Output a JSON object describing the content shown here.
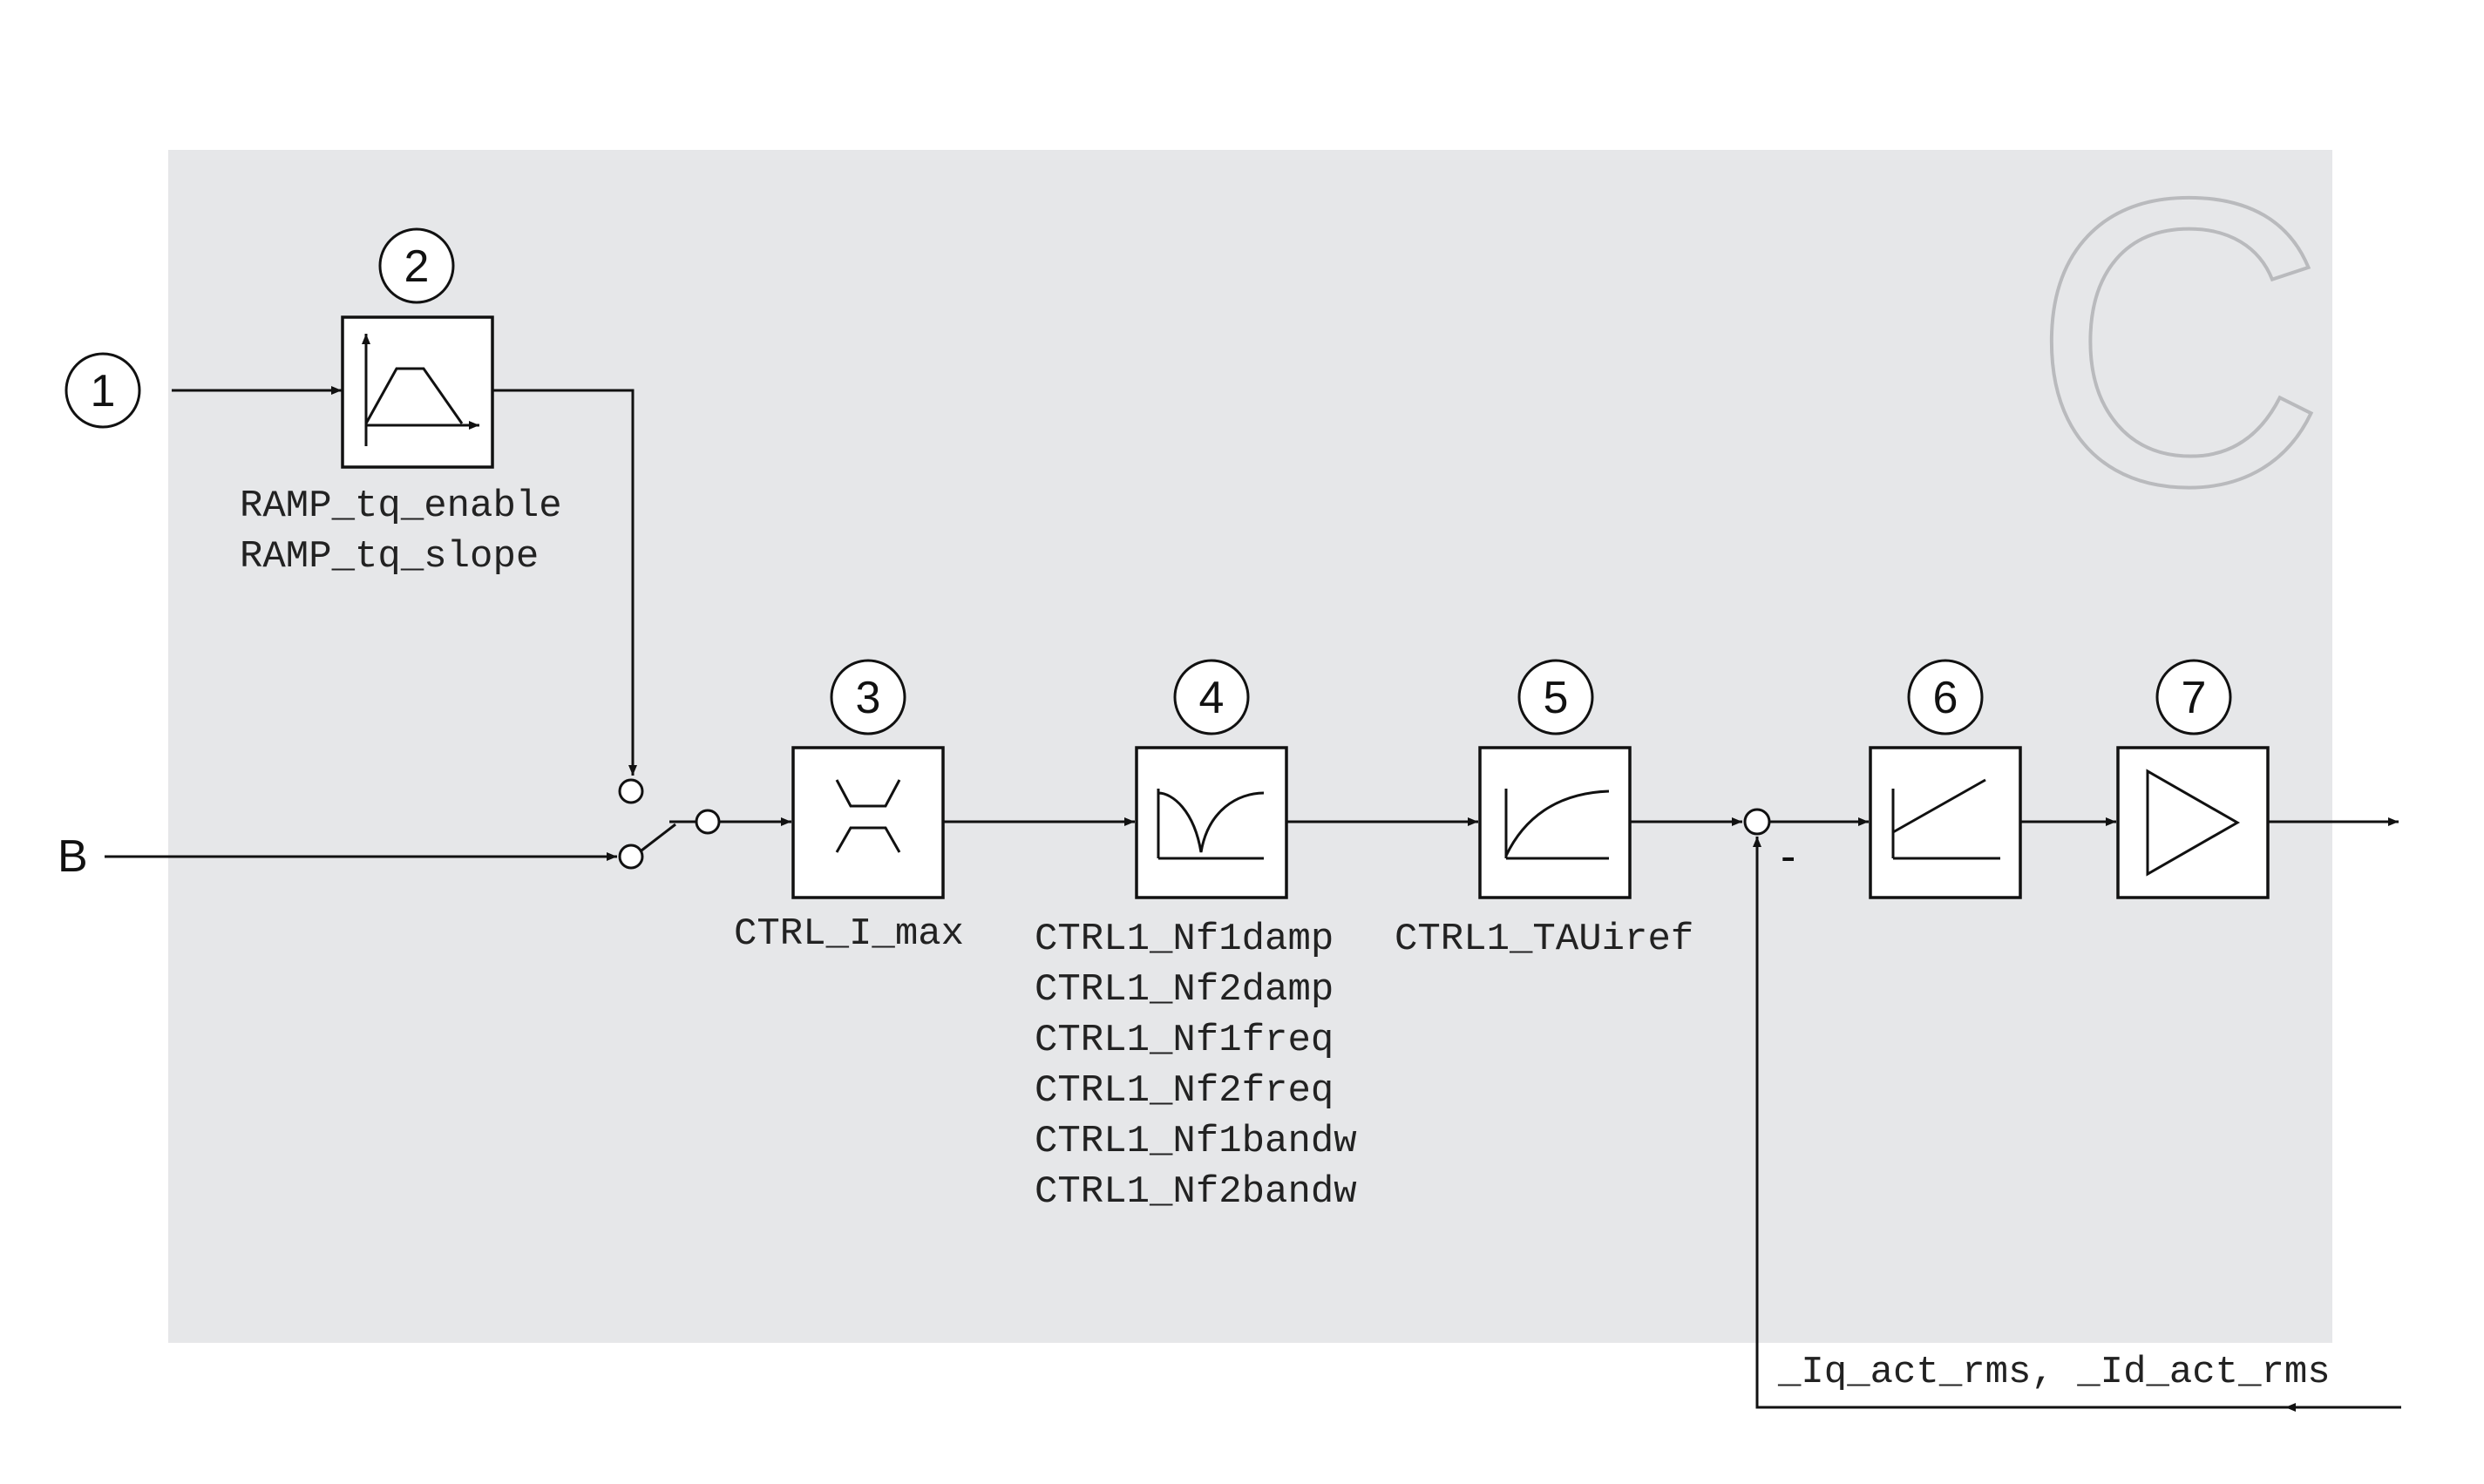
{
  "colors": {
    "panel": "#e6e7e9",
    "line": "#111111",
    "block_fill": "#ffffff",
    "region_letter_outline": "#b9babd"
  },
  "region_label": "C",
  "inputs": {
    "reference_marker": "1",
    "input_b": "B"
  },
  "feedback_sign": "-",
  "feedback_label": "_Iq_act_rms, _Id_act_rms",
  "blocks": [
    {
      "id": "2",
      "icon": "ramp-icon",
      "params": [
        "RAMP_tq_enable",
        "RAMP_tq_slope"
      ]
    },
    {
      "id": "3",
      "icon": "current-limit-icon",
      "params": [
        "CTRL_I_max"
      ]
    },
    {
      "id": "4",
      "icon": "notch-filter-icon",
      "params": [
        "CTRL1_Nf1damp",
        "CTRL1_Nf2damp",
        "CTRL1_Nf1freq",
        "CTRL1_Nf2freq",
        "CTRL1_Nf1bandw",
        "CTRL1_Nf2bandw"
      ]
    },
    {
      "id": "5",
      "icon": "lowpass-filter-icon",
      "params": [
        "CTRL1_TAUiref"
      ]
    },
    {
      "id": "6",
      "icon": "pi-controller-icon",
      "params": []
    },
    {
      "id": "7",
      "icon": "amplifier-icon",
      "params": []
    }
  ]
}
